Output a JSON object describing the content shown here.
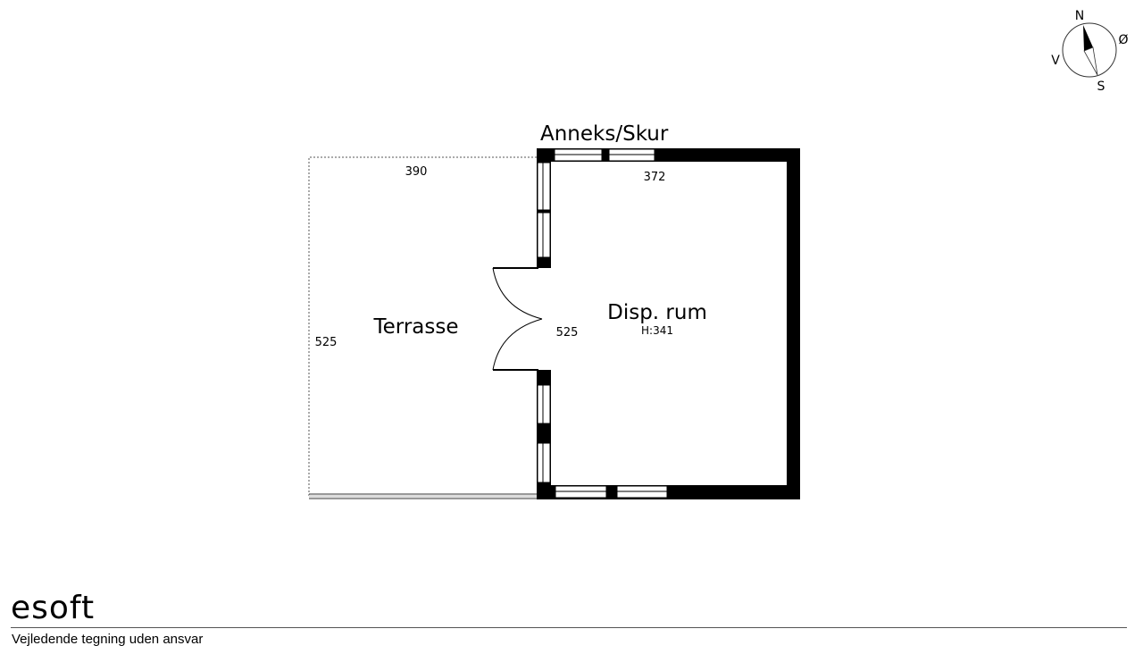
{
  "plan": {
    "building_label": "Anneks/Skur",
    "rooms": [
      {
        "name": "Terrasse",
        "width_label": "390",
        "depth_label": "525"
      },
      {
        "name": "Disp. rum",
        "width_label": "372",
        "depth_label": "525",
        "height_label": "H:341"
      }
    ]
  },
  "compass": {
    "n": "N",
    "e": "Ø",
    "s": "S",
    "w": "V"
  },
  "footer": {
    "logo": "esoft",
    "disclaimer": "Vejledende tegning uden ansvar"
  }
}
